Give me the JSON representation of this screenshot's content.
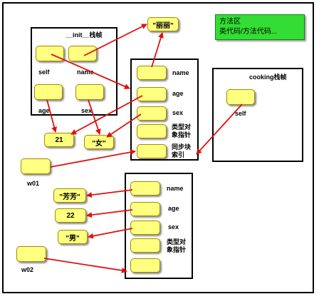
{
  "note": {
    "line1": "方法区",
    "line2": "类代码/方法代码..."
  },
  "frames": {
    "init_frame": {
      "title": "__init__栈帧"
    },
    "cooking_frame": {
      "title": "cooking栈帧"
    }
  },
  "init_vars": {
    "self": "self",
    "name": "name",
    "age": "age",
    "sex": "sex"
  },
  "cooking_vars": {
    "self": "self"
  },
  "obj1": {
    "name": "name",
    "age": "age",
    "sex": "sex",
    "type_ptr": "类型对象指针",
    "sync_idx": "同步块索引"
  },
  "obj2": {
    "name": "name",
    "age": "age",
    "sex": "sex",
    "type_ptr": "类型对象指针"
  },
  "values": {
    "lili": "\"丽丽\"",
    "n21": "21",
    "nv": "\"女\"",
    "fangfang": "\"芳芳\"",
    "n22": "22",
    "nan": "\"男\""
  },
  "refs": {
    "w01": "w01",
    "w02": "w02"
  }
}
